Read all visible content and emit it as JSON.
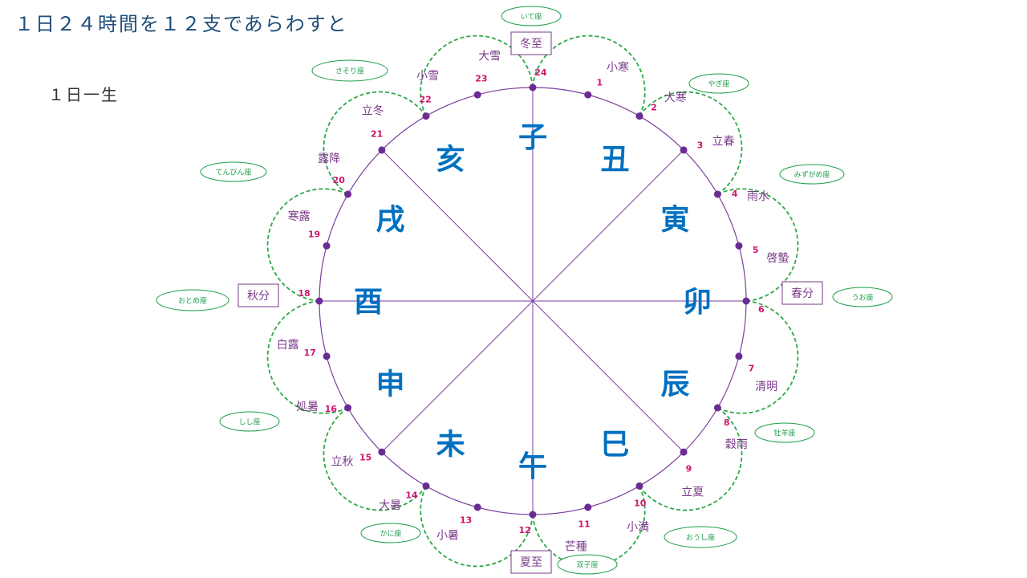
{
  "title": "１日２４時間を１２支であらわすと",
  "subtitle": "１日一生",
  "colors": {
    "circle": "#7b3f9e",
    "dot": "#6a2c91",
    "number": "#d0156f",
    "term": "#7a3b8a",
    "zodiac_branch": "#0070c0",
    "petal": "#2ea84a",
    "constellation": "#1d9e4a"
  },
  "points": [
    {
      "n": "1",
      "term": "小寒"
    },
    {
      "n": "2",
      "term": "大寒"
    },
    {
      "n": "3",
      "term": "立春"
    },
    {
      "n": "4",
      "term": "雨水"
    },
    {
      "n": "5",
      "term": "啓蟄"
    },
    {
      "n": "6",
      "term": ""
    },
    {
      "n": "7",
      "term": "清明"
    },
    {
      "n": "8",
      "term": "穀雨"
    },
    {
      "n": "9",
      "term": "立夏"
    },
    {
      "n": "10",
      "term": "小満"
    },
    {
      "n": "11",
      "term": "芒種"
    },
    {
      "n": "12",
      "term": ""
    },
    {
      "n": "13",
      "term": "小暑"
    },
    {
      "n": "14",
      "term": "大暑"
    },
    {
      "n": "15",
      "term": "立秋"
    },
    {
      "n": "16",
      "term": "処暑"
    },
    {
      "n": "17",
      "term": "白露"
    },
    {
      "n": "18",
      "term": ""
    },
    {
      "n": "19",
      "term": "寒露"
    },
    {
      "n": "20",
      "term": "露降"
    },
    {
      "n": "21",
      "term": "立冬"
    },
    {
      "n": "22",
      "term": "小雪"
    },
    {
      "n": "23",
      "term": "大雪"
    },
    {
      "n": "24",
      "term": ""
    }
  ],
  "branches": [
    "子",
    "丑",
    "寅",
    "卯",
    "辰",
    "巳",
    "午",
    "未",
    "申",
    "酉",
    "戌",
    "亥"
  ],
  "solar_boxes": [
    {
      "id": "winter",
      "label": "冬至"
    },
    {
      "id": "spring",
      "label": "春分"
    },
    {
      "id": "summer",
      "label": "夏至"
    },
    {
      "id": "autumn",
      "label": "秋分"
    }
  ],
  "constellations": [
    "いて座",
    "やぎ座",
    "みずがめ座",
    "うお座",
    "牡羊座",
    "おうし座",
    "双子座",
    "かに座",
    "しし座",
    "おとめ座",
    "てんびん座",
    "さそり座"
  ]
}
